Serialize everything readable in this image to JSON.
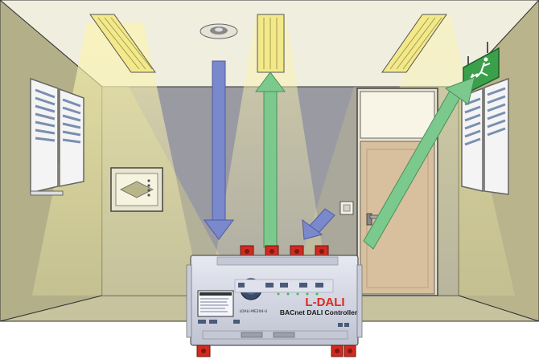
{
  "controller": {
    "brand": "L-DALI",
    "subtitle": "BACnet DALI Controller",
    "model": "LDALI-ME204-U"
  },
  "colors": {
    "ceiling": "#f0eedf",
    "back_wall": "#9a9aa2",
    "left_wall": "#b3b089",
    "right_wall": "#b9b48c",
    "floor": "#c7c39f",
    "light_cone": "#f6efa8",
    "arrow_blue": "#7a88cc",
    "arrow_green": "#7cc98e",
    "door": "#d8c09e",
    "exit_sign": "#3aa04a",
    "terminal_red": "#d32a20",
    "controller_body": "#d9dce8"
  },
  "icons": {
    "exit": "running-man-exit-icon",
    "sensor": "ceiling-sensor-icon",
    "switch": "wall-switch-icon"
  }
}
